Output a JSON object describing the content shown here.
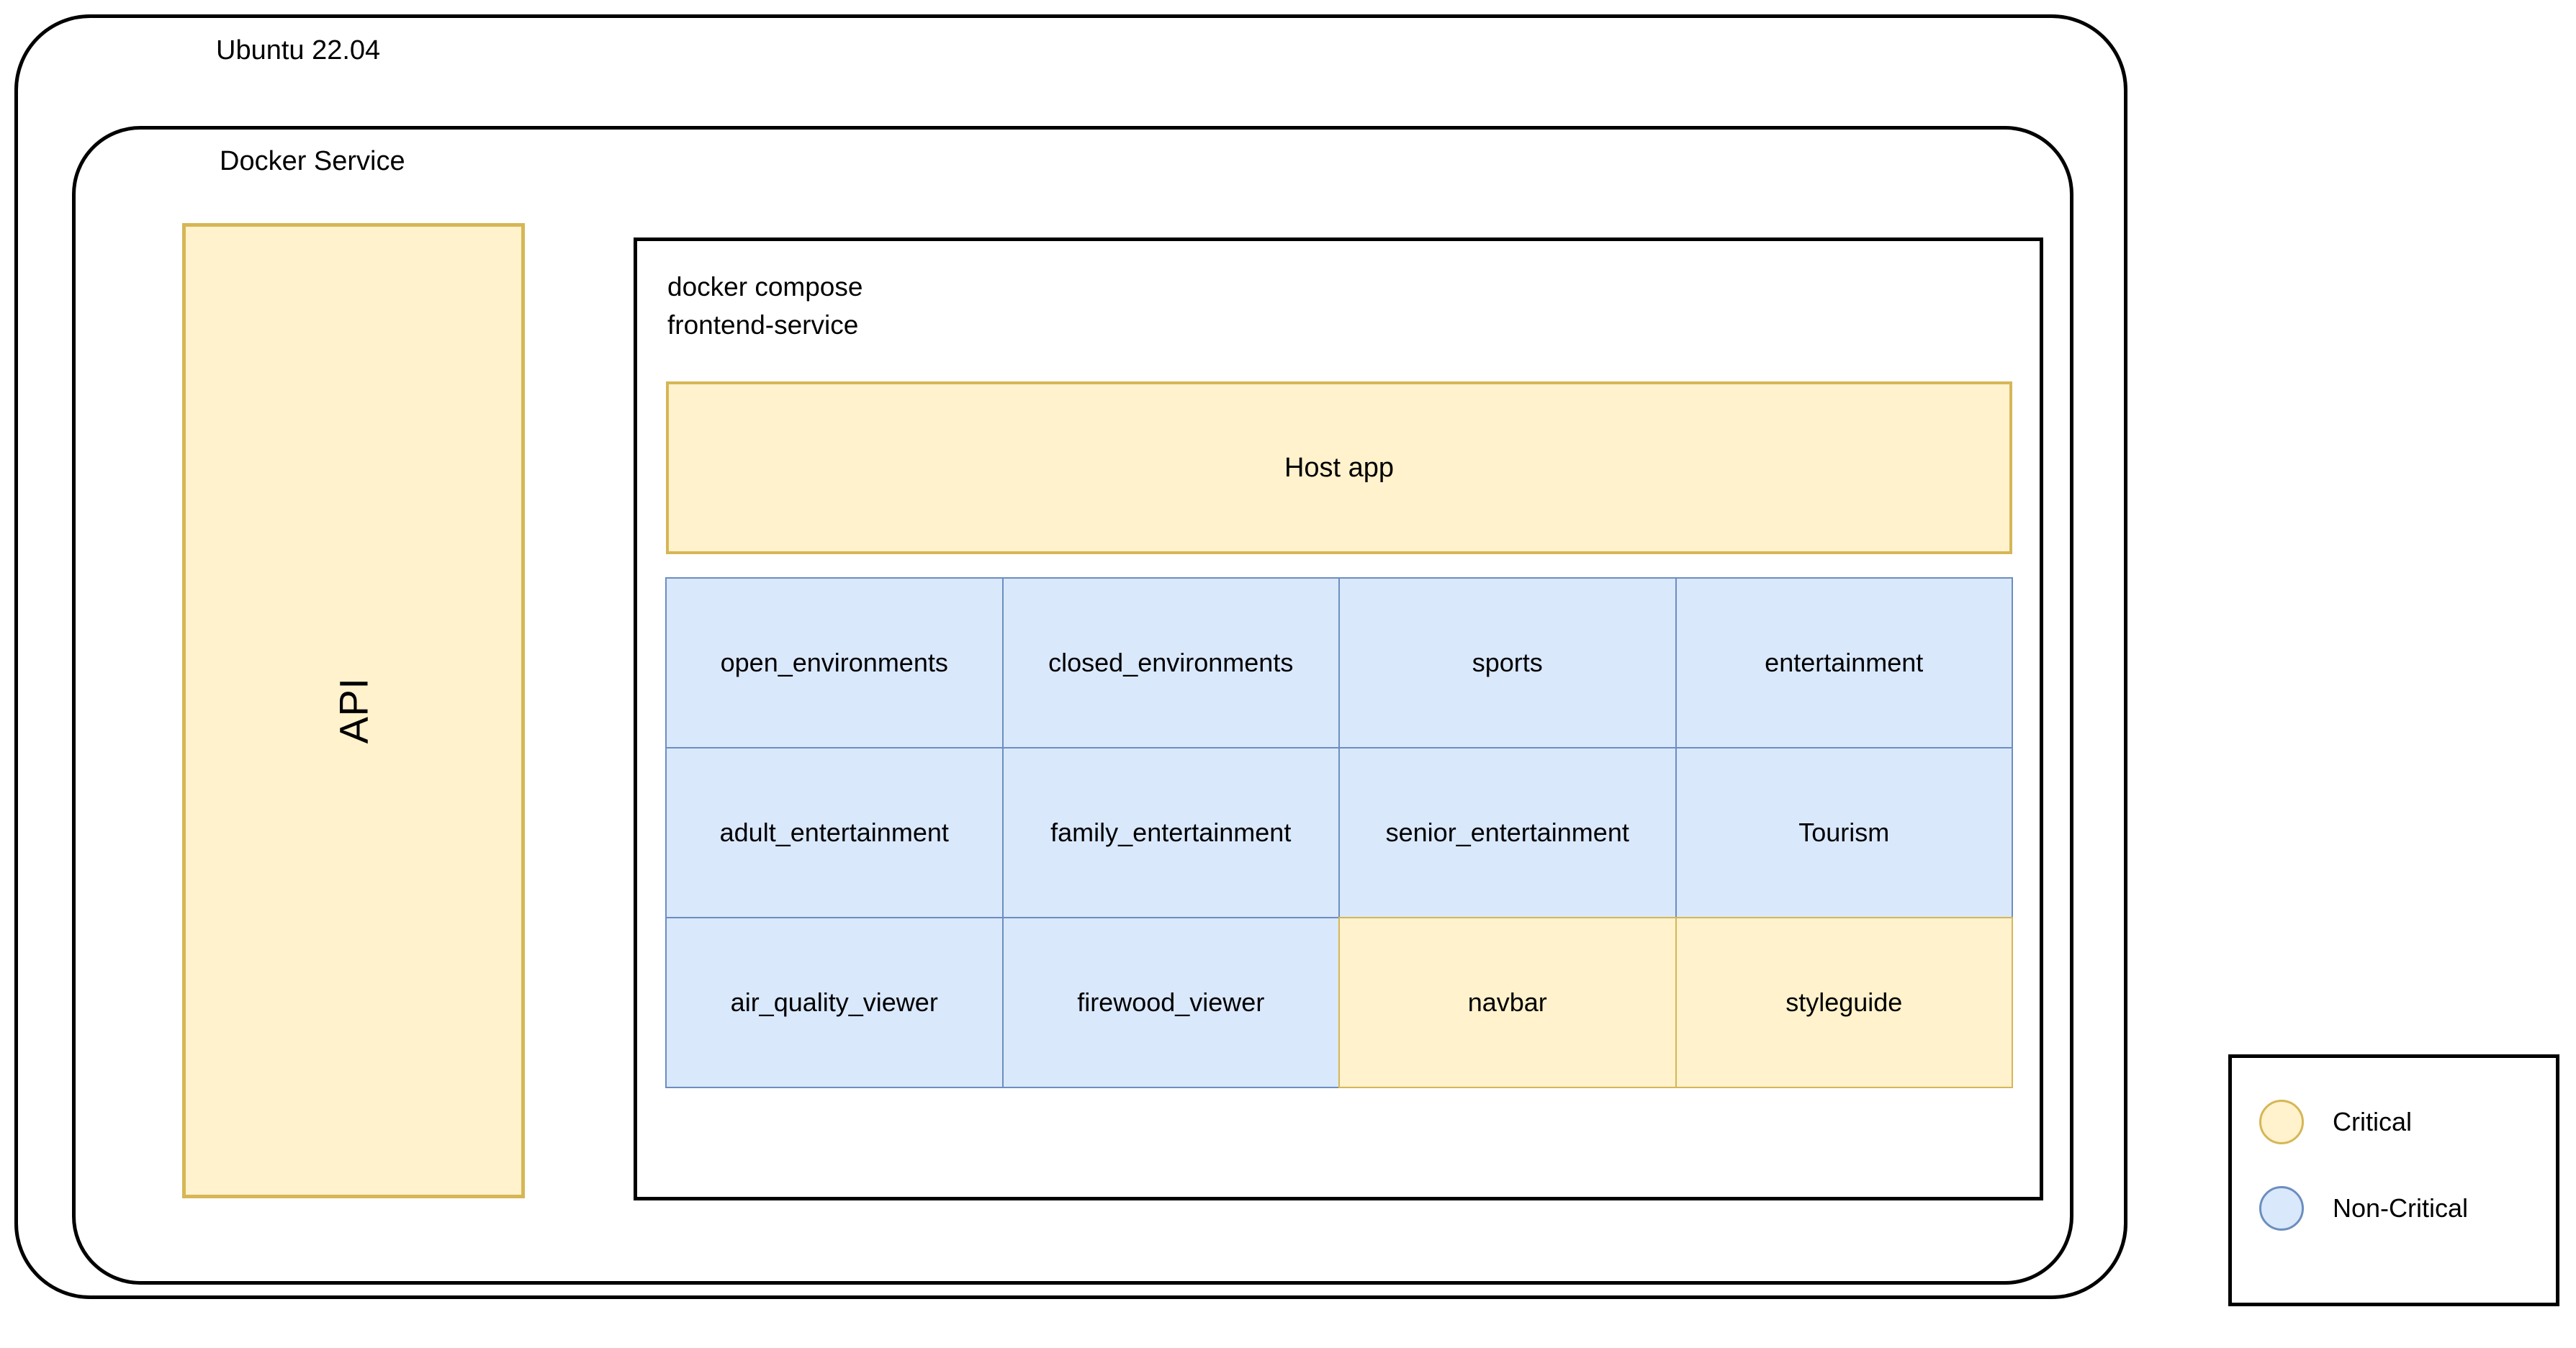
{
  "diagram": {
    "host_container": {
      "label": "Ubuntu 22.04"
    },
    "docker_container": {
      "label": "Docker Service"
    },
    "api_box": {
      "label": "API"
    },
    "compose_panel": {
      "label_line1": "docker compose",
      "label_line2": "frontend-service",
      "host_app": {
        "label": "Host app"
      },
      "grid": {
        "rows": [
          [
            {
              "label": "open_environments",
              "kind": "noncritical"
            },
            {
              "label": "closed_environments",
              "kind": "noncritical"
            },
            {
              "label": "sports",
              "kind": "noncritical"
            },
            {
              "label": "entertainment",
              "kind": "noncritical"
            }
          ],
          [
            {
              "label": "adult_entertainment",
              "kind": "noncritical"
            },
            {
              "label": "family_entertainment",
              "kind": "noncritical"
            },
            {
              "label": "senior_entertainment",
              "kind": "noncritical"
            },
            {
              "label": "Tourism",
              "kind": "noncritical"
            }
          ],
          [
            {
              "label": "air_quality_viewer",
              "kind": "noncritical"
            },
            {
              "label": "firewood_viewer",
              "kind": "noncritical"
            },
            {
              "label": "navbar",
              "kind": "critical"
            },
            {
              "label": "styleguide",
              "kind": "critical"
            }
          ]
        ]
      }
    },
    "legend": {
      "items": [
        {
          "label": "Critical",
          "kind": "critical"
        },
        {
          "label": "Non-Critical",
          "kind": "noncritical"
        }
      ]
    },
    "colors": {
      "critical_fill": "#fff2cc",
      "critical_stroke": "#d6b656",
      "noncritical_fill": "#dae8fc",
      "noncritical_stroke": "#6c8ebf",
      "outline": "#000000",
      "background": "#ffffff"
    }
  }
}
